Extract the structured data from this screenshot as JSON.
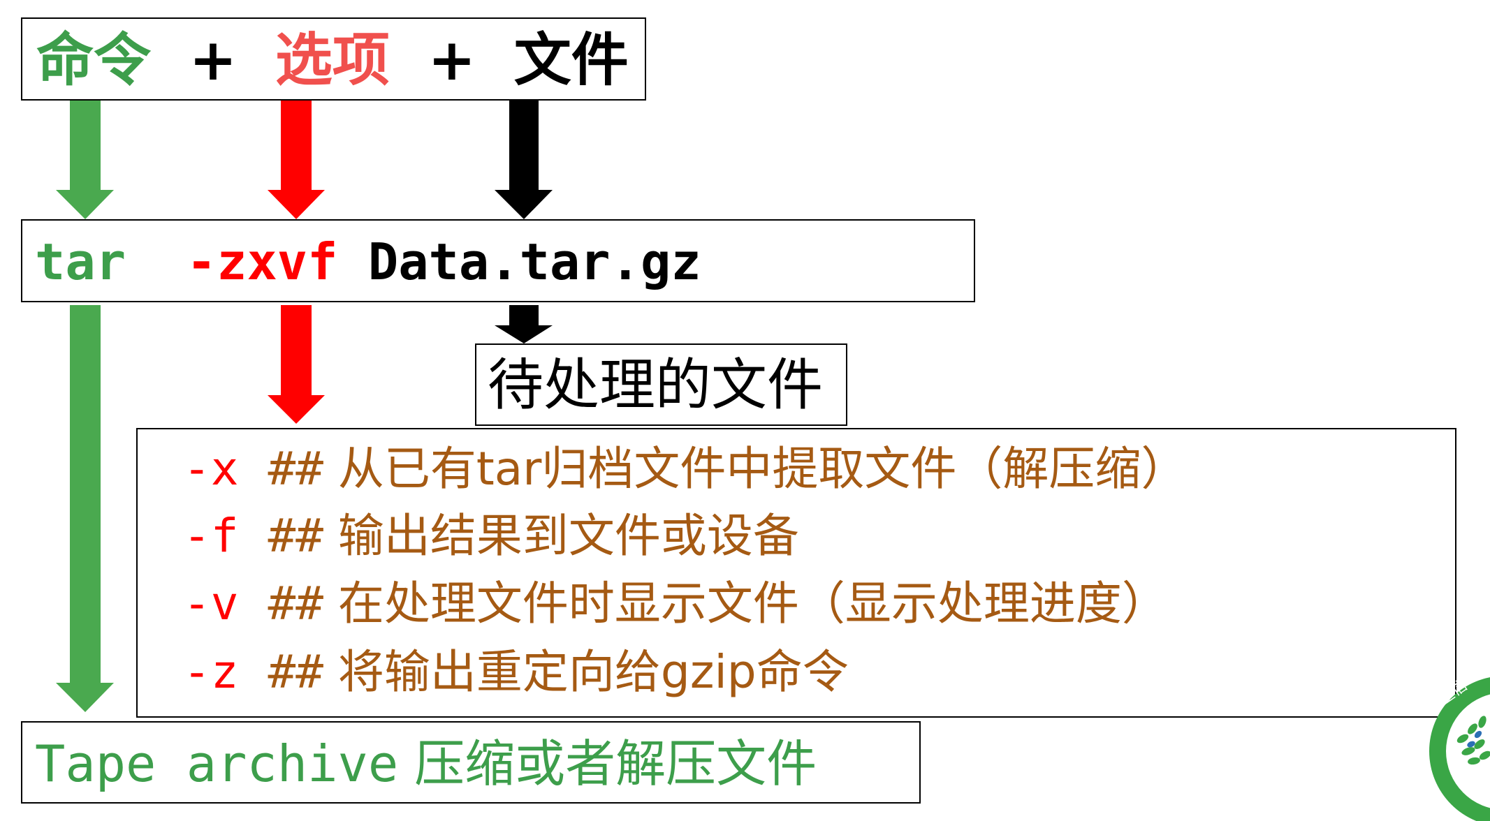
{
  "colors": {
    "command": "#3d9e4b",
    "option": "#ff0000",
    "option_header": "#f0504d",
    "file": "#000000",
    "description": "#a55a13",
    "arrow_green": "#4aa94f",
    "arrow_red": "#ff0000",
    "arrow_black": "#000000"
  },
  "formula": {
    "command": "命令",
    "plus1": "+",
    "option": "选项",
    "plus2": "+",
    "file": "文件"
  },
  "command_line": {
    "command": "tar",
    "option": "-zxvf",
    "file": "Data.tar.gz"
  },
  "file_label": "待处理的文件",
  "options": [
    {
      "flag": "-x",
      "hash": "##",
      "desc": "从已有tar归档文件中提取文件（解压缩）"
    },
    {
      "flag": "-f",
      "hash": "##",
      "desc": "输出结果到文件或设备"
    },
    {
      "flag": "-v",
      "hash": "##",
      "desc": "在处理文件时显示文件（显示处理进度）"
    },
    {
      "flag": "-z",
      "hash": "##",
      "desc": "将输出重定向给gzip命令"
    }
  ],
  "tape_archive": {
    "name": "Tape archive",
    "desc": "压缩或者解压文件"
  },
  "logo": {
    "icon": "tree-logo-icon",
    "text": "生信"
  }
}
